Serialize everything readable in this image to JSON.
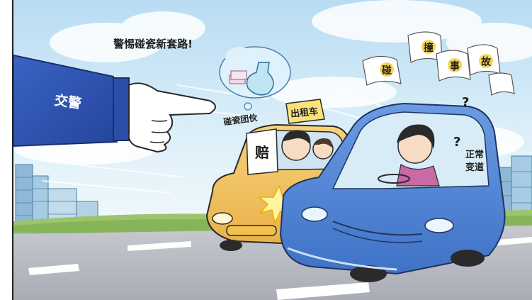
{
  "headline": "警惕碰瓷新套路!",
  "police_sleeve_text": "交警",
  "taxi_sign_text": "出租车",
  "sign_text": "赔",
  "gang_label": "碰瓷团伙",
  "accident_chars": [
    "碰",
    "撞",
    "事",
    "故"
  ],
  "driver_thought": "正常变道",
  "question_marks": [
    "?",
    "?"
  ],
  "colors": {
    "sky_top": "#bfe0f4",
    "sky_bottom": "#e8f5fb",
    "road": "#b9bcc4",
    "blue_car": "#4f86d9",
    "taxi": "#f4c562",
    "sleeve": "#2f56b8",
    "grass": "#9cc46a"
  }
}
